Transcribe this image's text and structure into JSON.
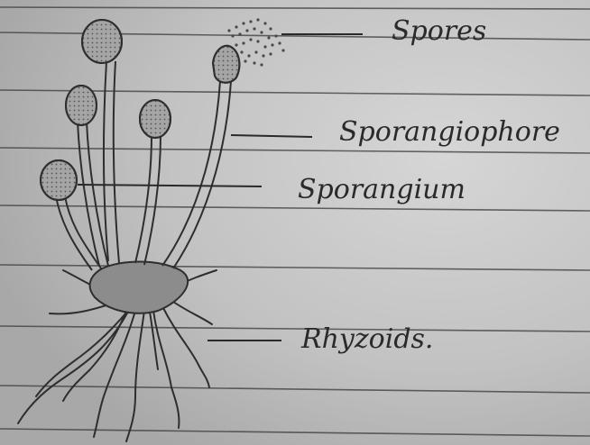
{
  "labels": {
    "spores": "Spores",
    "sporangiophore": "Sporangiophore",
    "sporangium": "Sporangium",
    "rhizoids": "Rhyzoids."
  },
  "colors": {
    "paper": "#c4c4c4",
    "ruled_line": "#3a3a3a",
    "ink": "#2a2a2a",
    "shading": "#8c8c8c"
  }
}
